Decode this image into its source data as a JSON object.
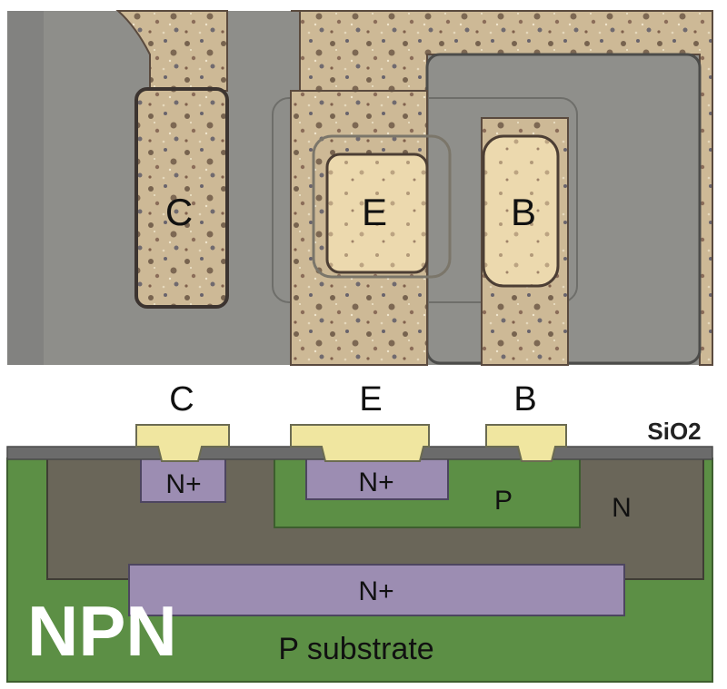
{
  "photo": {
    "labels": {
      "collector": "C",
      "emitter": "E",
      "base": "B"
    }
  },
  "cross_section": {
    "terminal_labels": {
      "collector": "C",
      "emitter": "E",
      "base": "B"
    },
    "oxide_label": "SiO2",
    "collector_contact_region": "N+",
    "emitter_region": "N+",
    "base_region": "P",
    "epi_region": "N",
    "buried_layer": "N+",
    "substrate": "P substrate"
  },
  "device_type": "NPN",
  "colors": {
    "photo_background": "#8e8e8a",
    "metal": "#c9b48c",
    "metal_dark": "#5a4a3e",
    "oxide": "#6b6b6b",
    "contact_metal": "#f0e6a0",
    "n_plus": "#9c8db2",
    "p_region": "#5c8f45",
    "n_region": "#6a6659",
    "substrate": "#5c8f45",
    "npn_text": "#ffffff"
  }
}
